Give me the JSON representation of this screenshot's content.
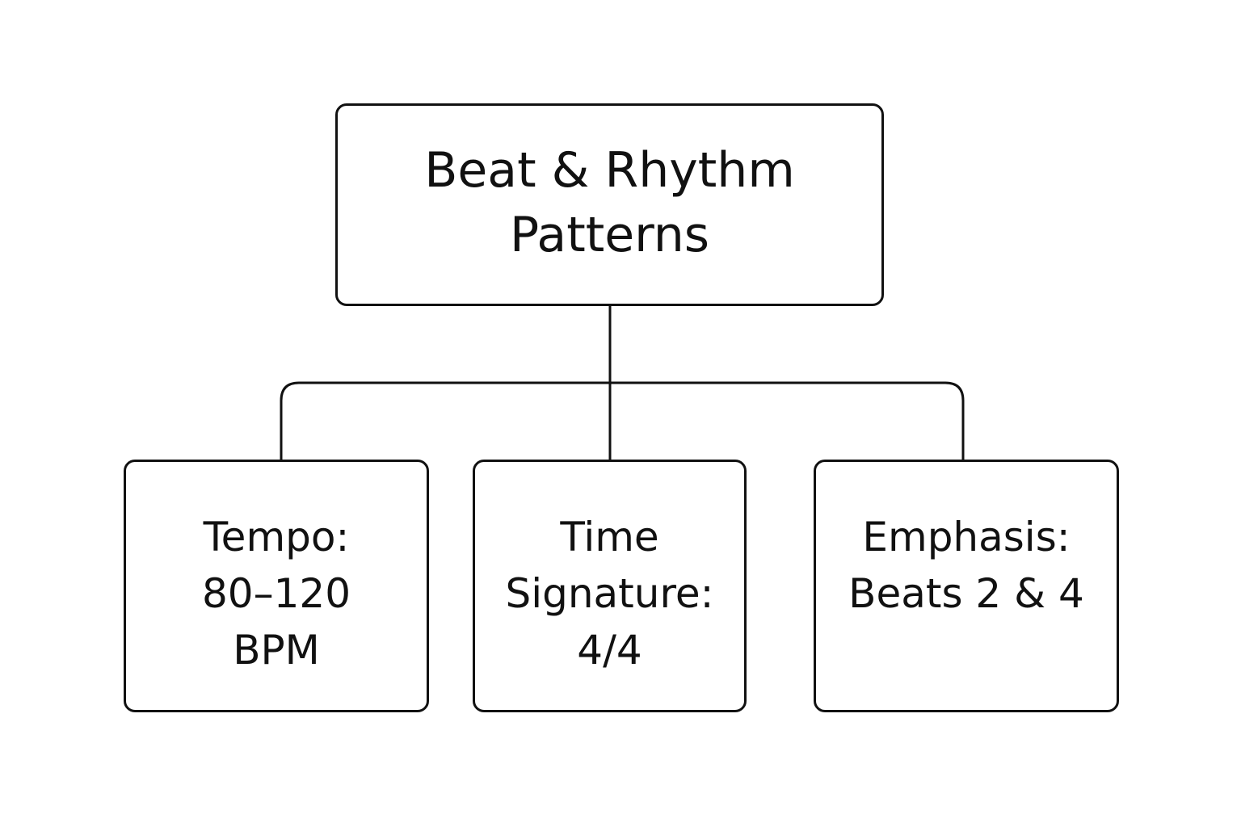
{
  "root": {
    "lines": [
      "Beat & Rhythm",
      "Patterns"
    ]
  },
  "children": [
    {
      "lines": [
        "Tempo:",
        "80–120",
        "BPM"
      ]
    },
    {
      "lines": [
        "Time",
        "Signature:",
        "4/4"
      ]
    },
    {
      "lines": [
        "Emphasis:",
        "Beats 2 & 4"
      ]
    }
  ],
  "colors": {
    "stroke": "#111111",
    "background": "#ffffff"
  }
}
